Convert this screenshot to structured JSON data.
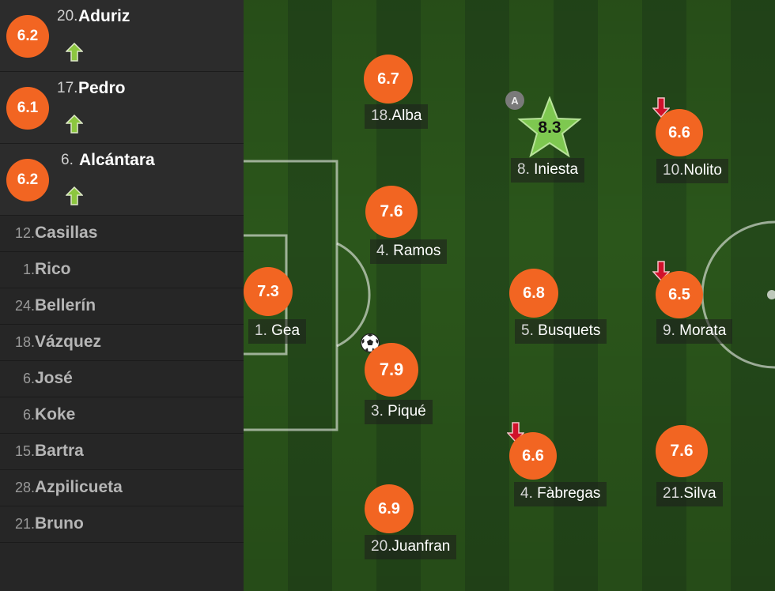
{
  "substitutes": [
    {
      "rating": "6.2",
      "number": "20.",
      "name": "Aduriz"
    },
    {
      "rating": "6.1",
      "number": "17.",
      "name": "Pedro"
    },
    {
      "rating": "6.2",
      "number": "6.",
      "name": "Alcántara"
    }
  ],
  "bench": [
    {
      "number": "12.",
      "name": "Casillas"
    },
    {
      "number": "1.",
      "name": "Rico"
    },
    {
      "number": "24.",
      "name": "Bellerín"
    },
    {
      "number": "18.",
      "name": "Vázquez"
    },
    {
      "number": "6.",
      "name": "José"
    },
    {
      "number": "6.",
      "name": "Koke"
    },
    {
      "number": "15.",
      "name": "Bartra"
    },
    {
      "number": "28.",
      "name": "Azpilicueta"
    },
    {
      "number": "21.",
      "name": "Bruno"
    }
  ],
  "players": [
    {
      "rating": "7.3",
      "number": "1.",
      "name": "Gea"
    },
    {
      "rating": "6.7",
      "number": "18.",
      "name": "Alba"
    },
    {
      "rating": "7.6",
      "number": "4.",
      "name": "Ramos"
    },
    {
      "rating": "7.9",
      "number": "3.",
      "name": "Piqué"
    },
    {
      "rating": "6.9",
      "number": "20.",
      "name": "Juanfran"
    },
    {
      "rating": "8.3",
      "number": "8.",
      "name": "Iniesta"
    },
    {
      "rating": "6.8",
      "number": "5.",
      "name": "Busquets"
    },
    {
      "rating": "6.6",
      "number": "4.",
      "name": "Fàbregas"
    },
    {
      "rating": "6.6",
      "number": "10.",
      "name": "Nolito"
    },
    {
      "rating": "6.5",
      "number": "9.",
      "name": "Morata"
    },
    {
      "rating": "7.6",
      "number": "21.",
      "name": "Silva"
    }
  ],
  "captain_mark": "A",
  "colors": {
    "rating_badge": "#f26522",
    "star": "#7ec850",
    "sub_in_arrow": "#8cc63f",
    "sub_off_arrow": "#d0112b",
    "pitch_dark": "#24491a",
    "pitch_light": "#2b561b"
  },
  "icons": {
    "sub_in": "arrow-up-icon",
    "sub_off": "arrow-down-icon",
    "goal": "soccer-ball-icon",
    "man_of_match": "star-icon",
    "captain": "captain-badge-icon"
  }
}
